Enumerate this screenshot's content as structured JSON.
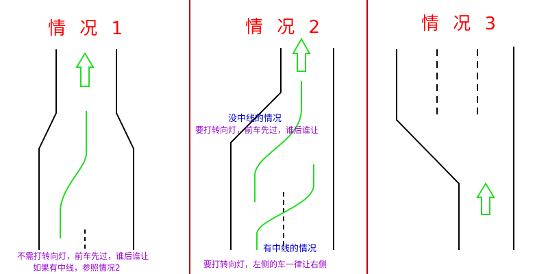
{
  "colors": {
    "title": "#ff0000",
    "divider": "#c00000",
    "road": "#000000",
    "path": "#22dd22",
    "note_blue": "#0000cc",
    "note_purple": "#9900cc"
  },
  "panel1": {
    "title": "情 况 1",
    "note_line1": "不需打转向灯，前车先过，谁后谁让",
    "note_line2": "如果有中线，参照情况2"
  },
  "panel2": {
    "title": "情 况 2",
    "no_center_heading": "没中线的情况",
    "no_center_note": "要打转向灯，前车先过，谁后谁让",
    "center_heading": "有中线的情况",
    "center_note": "要打转向灯，左侧的车一律让右侧"
  },
  "panel3": {
    "title": "情 况 3"
  }
}
